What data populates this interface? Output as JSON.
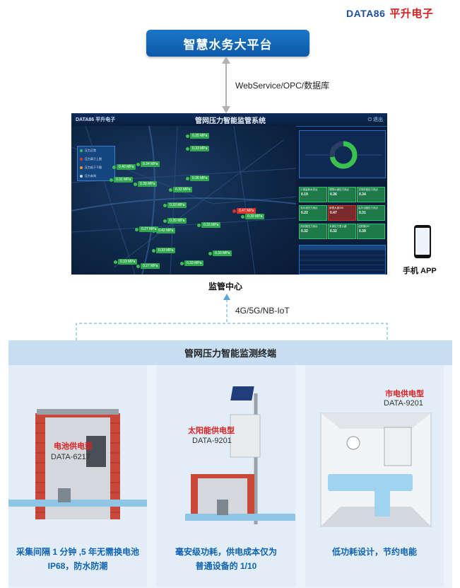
{
  "brand": {
    "logo": "DATA86",
    "chinese": "平升电子"
  },
  "platform": {
    "title": "智慧水务大平台"
  },
  "link_top": {
    "label": "WebService/OPC/数据库"
  },
  "screen": {
    "title": "管网压力智能监管系统",
    "logo": "DATA86 平升电子",
    "exit": "退出",
    "legend": [
      "压力正常",
      "压力高于上限",
      "压力低于下限",
      "压力未知"
    ],
    "markers": [
      {
        "label": "0.35 MPa",
        "status": "normal"
      },
      {
        "label": "0.33 MPa",
        "status": "normal"
      },
      {
        "label": "0.40 MPa",
        "status": "normal"
      },
      {
        "label": "0.34 MPa",
        "status": "normal"
      },
      {
        "label": "0.31 MPa",
        "status": "normal"
      },
      {
        "label": "0.38 MPa",
        "status": "normal"
      },
      {
        "label": "0.32 MPa",
        "status": "normal"
      },
      {
        "label": "0.36 MPa",
        "status": "normal"
      },
      {
        "label": "0.33 MPa",
        "status": "normal"
      },
      {
        "label": "0.39 MPa",
        "status": "normal"
      },
      {
        "label": "0.42 MPa",
        "status": "normal"
      },
      {
        "label": "0.47 MPa",
        "status": "alarm"
      },
      {
        "label": "0.39 MPa",
        "status": "normal"
      },
      {
        "label": "0.33 MPa",
        "status": "normal"
      },
      {
        "label": "0.27 MPa",
        "status": "normal"
      },
      {
        "label": "0.33 MPa",
        "status": "normal"
      },
      {
        "label": "0.33 MPa",
        "status": "normal"
      },
      {
        "label": "0.27 MPa",
        "status": "normal"
      },
      {
        "label": "0.33 MPa",
        "status": "normal"
      },
      {
        "label": "0.33 MPa",
        "status": "normal"
      }
    ],
    "gauge_ratio": 0.72,
    "tiles": [
      {
        "name": "小镇高新水供点",
        "value": "0.19"
      },
      {
        "name": "理想大道压力测点",
        "value": "0.36"
      },
      {
        "name": "文明东路压力测点",
        "value": "0.34"
      },
      {
        "name": "泡泳池压力测点",
        "value": "0.22"
      },
      {
        "name": "新塑大道258",
        "value": "0.47"
      },
      {
        "name": "启东北路压力测点",
        "value": "0.31"
      },
      {
        "name": "西安路压力测点",
        "value": "0.32"
      },
      {
        "name": "永清区万里大路",
        "value": "0.32"
      },
      {
        "name": "迎宾路257",
        "value": "0.39"
      }
    ]
  },
  "monitor_center": {
    "label": "监管中心"
  },
  "phone": {
    "label": "手机 APP"
  },
  "link_mid": {
    "label": "4G/5G/NB-IoT"
  },
  "terminal": {
    "title": "管网压力智能监测终端"
  },
  "panels": [
    {
      "type": "电池供电型",
      "model": "DATA-6217",
      "desc1": "采集间隔 1 分钟 ,5 年无需换电池",
      "desc2": "IP68，防水防潮"
    },
    {
      "type": "太阳能供电型",
      "model": "DATA-9201",
      "desc1": "毫安级功耗，供电成本仅为",
      "desc2": "普通设备的 1/10"
    },
    {
      "type": "市电供电型",
      "model": "DATA-9201",
      "desc1": "低功耗设计，节约电能",
      "desc2": ""
    }
  ]
}
